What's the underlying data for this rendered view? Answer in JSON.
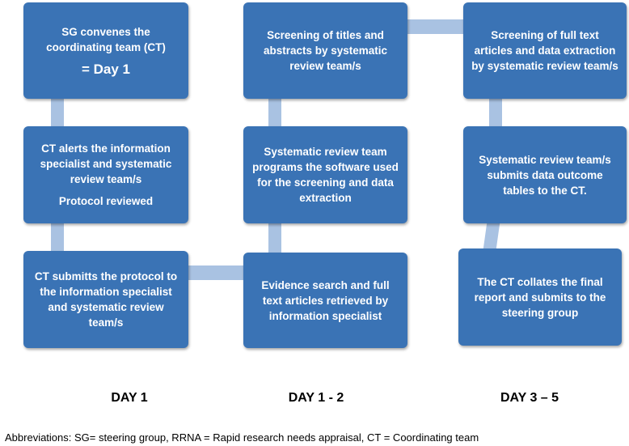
{
  "boxes": {
    "sg_convenes": {
      "text": "SG convenes the coordinating  team (CT)",
      "emphasis": "= Day 1"
    },
    "ct_alerts": {
      "text": "CT alerts the information specialist and systematic review team/s",
      "sub": "Protocol reviewed"
    },
    "ct_submits": {
      "text": "CT submitts the protocol to the information specialist and systematic review team/s"
    },
    "screening_titles": {
      "text": "Screening of titles and abstracts by systematic review team/s"
    },
    "programs_software": {
      "text": "Systematic review team programs the software used for the screening and data extraction"
    },
    "evidence_search": {
      "text": "Evidence search and full text articles retrieved by information specialist"
    },
    "screening_full": {
      "text": "Screening of full text articles and data extraction by systematic review team/s"
    },
    "submits_tables": {
      "text": "Systematic review team/s submits data outcome tables to the CT."
    },
    "collates_report": {
      "text": "The CT collates the final report and submits to the steering group"
    }
  },
  "days": {
    "day1": "DAY 1",
    "day1_2": "DAY 1 - 2",
    "day3_5": "DAY 3 – 5"
  },
  "abbreviations": "Abbreviations: SG= steering group, RRNA = Rapid research needs appraisal, CT = Coordinating team",
  "colors": {
    "box": "#3a73b5",
    "connector": "#a9c2e2"
  }
}
